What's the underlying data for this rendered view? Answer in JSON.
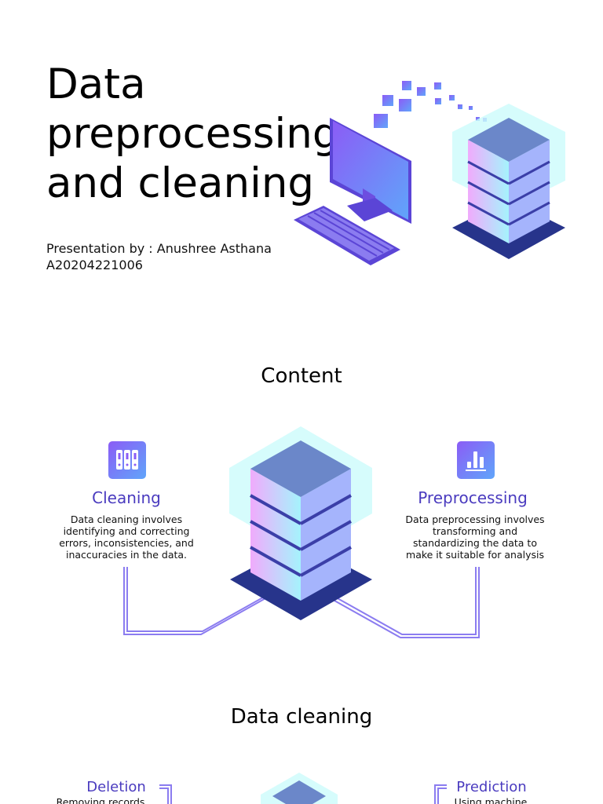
{
  "slide1": {
    "title": "Data preprocessing and cleaning",
    "subtitle_line1": "Presentation by : Anushree Asthana",
    "subtitle_line2": "A20204221006"
  },
  "slide2": {
    "heading": "Content",
    "left": {
      "title": "Cleaning",
      "description": "Data cleaning involves identifying and correcting errors, inconsistencies, and inaccuracies in the data.",
      "icon": "binders-icon"
    },
    "right": {
      "title": "Preprocessing",
      "description": "Data preprocessing involves transforming and standardizing the data to make it suitable for analysis",
      "icon": "bar-chart-icon"
    }
  },
  "slide3": {
    "heading": "Data cleaning",
    "left": {
      "title": "Deletion",
      "description": "Removing records"
    },
    "right": {
      "title": "Prediction",
      "description": "Using machine"
    }
  },
  "colors": {
    "accent_text": "#4a3bbf",
    "gradient_start": "#8b5cf6",
    "gradient_end": "#60a5fa",
    "server_top": "#6b87c9",
    "server_base": "#27348b",
    "glow": "#ccfbfb"
  }
}
